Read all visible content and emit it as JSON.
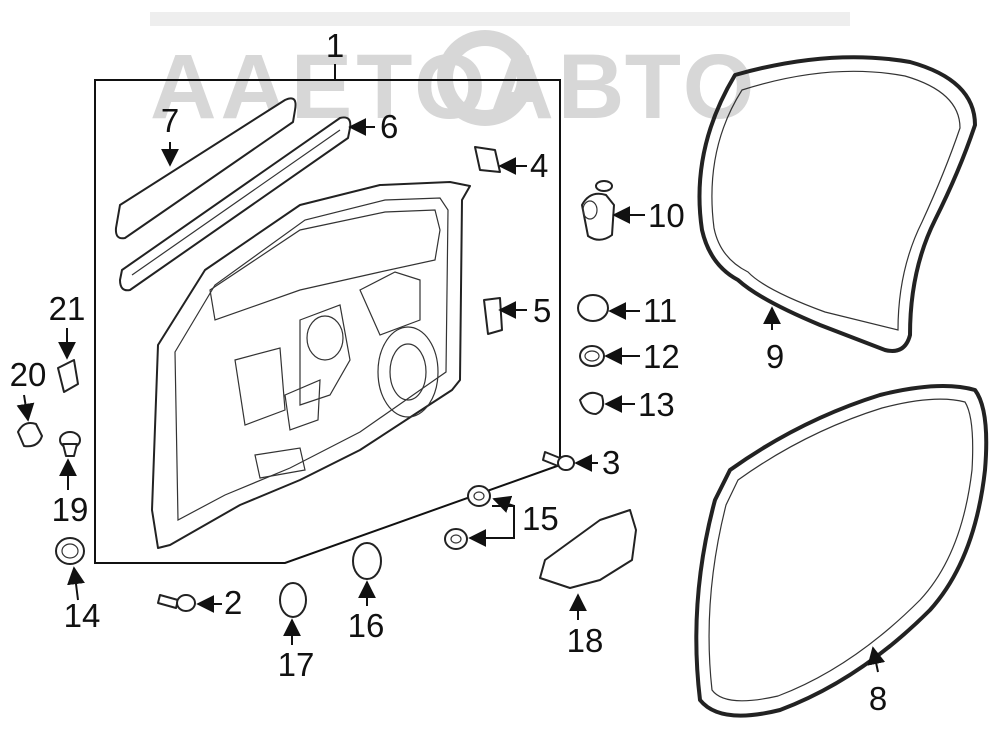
{
  "watermark": "ААЕТОАВТО",
  "callouts": {
    "c1": "1",
    "c2": "2",
    "c3": "3",
    "c4": "4",
    "c5": "5",
    "c6": "6",
    "c7": "7",
    "c8": "8",
    "c9": "9",
    "c10": "10",
    "c11": "11",
    "c12": "12",
    "c13": "13",
    "c14": "14",
    "c15": "15",
    "c16": "16",
    "c17": "17",
    "c18": "18",
    "c19": "19",
    "c20": "20",
    "c21": "21"
  }
}
